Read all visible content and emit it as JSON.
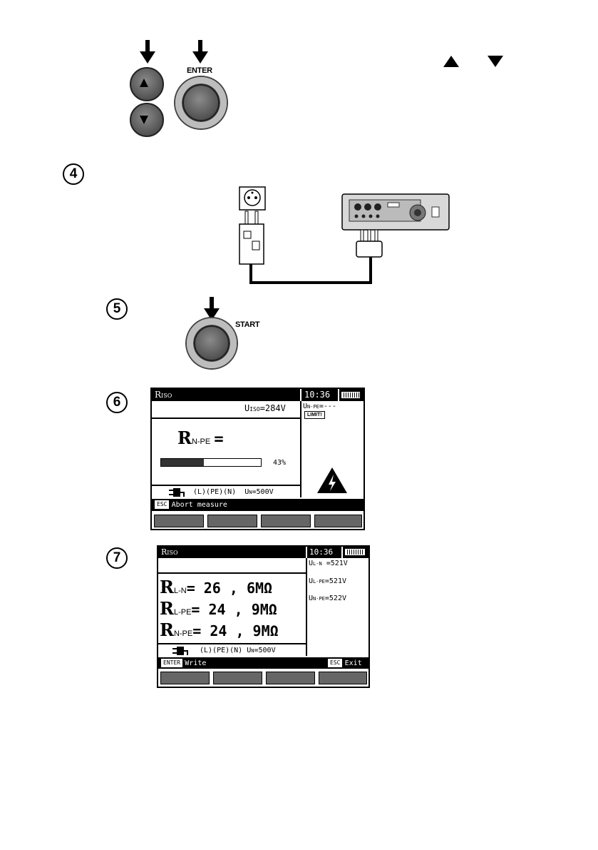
{
  "step1": {
    "enter_label": "ENTER"
  },
  "step4": {
    "number": "4"
  },
  "step5": {
    "number": "5",
    "start_label": "START"
  },
  "step6": {
    "number": "6",
    "screen": {
      "title": "R",
      "title_sub": "ISO",
      "time": "10:36",
      "uiso_prefix": "U",
      "uiso_sub": "ISO",
      "uiso_value": "=284V",
      "side_label": "U",
      "side_sub": "N-PE",
      "side_value": "=---",
      "limit": "LIMIT!",
      "result_R": "R",
      "result_sub": "N-PE",
      "result_eq": "=",
      "progress_percent": 43,
      "progress_text": "43%",
      "status_config": "(L)(PE)(N)",
      "un_prefix": "U",
      "un_sub": "N",
      "un_value": "=500V",
      "esc_key": "ESC",
      "footer_text": "Abort measure"
    }
  },
  "step7": {
    "number": "7",
    "screen": {
      "title": "R",
      "title_sub": "ISO",
      "time": "10:36",
      "rows": [
        {
          "R": "R",
          "sub": "L-N",
          "value": "= 26 , 6MΩ"
        },
        {
          "R": "R",
          "sub": "L-PE",
          "value": "= 24 , 9MΩ"
        },
        {
          "R": "R",
          "sub": "N-PE",
          "value": "= 24 , 9MΩ"
        }
      ],
      "side": [
        {
          "U": "U",
          "sub": "L-N",
          "value": "=521V"
        },
        {
          "U": "U",
          "sub": "L-PE",
          "value": "=521V"
        },
        {
          "U": "U",
          "sub": "N-PE",
          "value": "=522V"
        }
      ],
      "status_config": "(L)(PE)(N)",
      "un_prefix": "U",
      "un_sub": "N",
      "un_value": "=500V",
      "enter_key": "ENTER",
      "write_text": "Write",
      "esc_key": "ESC",
      "exit_text": "Exit"
    }
  }
}
